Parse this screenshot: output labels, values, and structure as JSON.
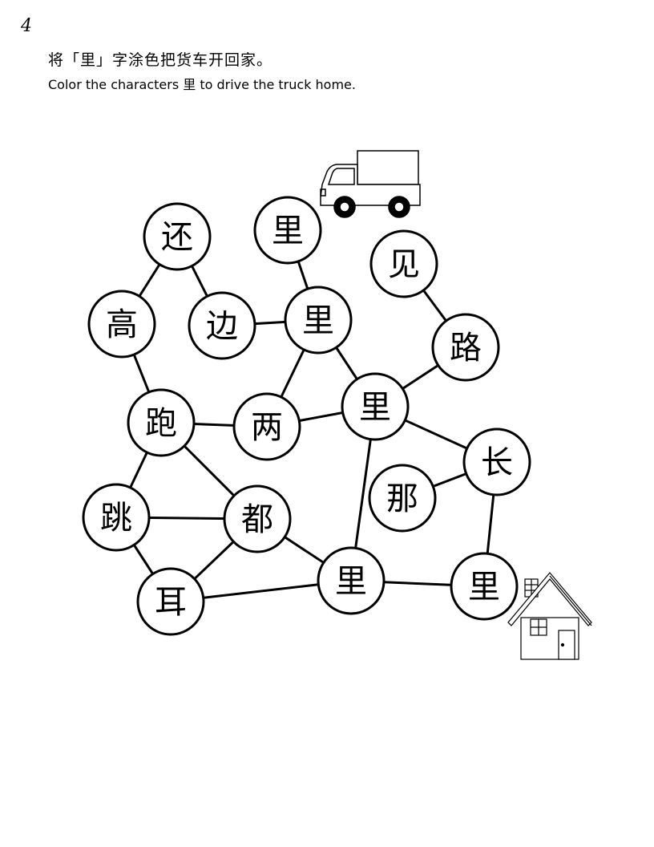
{
  "page_number": "4",
  "instruction_chinese": "将「里」字涂色把货车开回家。",
  "instruction_english": "Color the characters 里 to drive the truck home.",
  "nodes": [
    {
      "id": "n1",
      "char": "还"
    },
    {
      "id": "n2",
      "char": "里"
    },
    {
      "id": "n3",
      "char": "见"
    },
    {
      "id": "n4",
      "char": "高"
    },
    {
      "id": "n5",
      "char": "边"
    },
    {
      "id": "n6",
      "char": "里"
    },
    {
      "id": "n7",
      "char": "路"
    },
    {
      "id": "n8",
      "char": "跑"
    },
    {
      "id": "n9",
      "char": "两"
    },
    {
      "id": "n10",
      "char": "里"
    },
    {
      "id": "n11",
      "char": "长"
    },
    {
      "id": "n12",
      "char": "那"
    },
    {
      "id": "n13",
      "char": "跳"
    },
    {
      "id": "n14",
      "char": "都"
    },
    {
      "id": "n15",
      "char": "里"
    },
    {
      "id": "n16",
      "char": "里"
    },
    {
      "id": "n17",
      "char": "耳"
    }
  ],
  "edges": [
    [
      "n1",
      "n4"
    ],
    [
      "n1",
      "n5"
    ],
    [
      "n5",
      "n6"
    ],
    [
      "n2",
      "n6"
    ],
    [
      "n3",
      "n7"
    ],
    [
      "n4",
      "n8"
    ],
    [
      "n6",
      "n9"
    ],
    [
      "n6",
      "n10"
    ],
    [
      "n7",
      "n10"
    ],
    [
      "n8",
      "n9"
    ],
    [
      "n9",
      "n10"
    ],
    [
      "n10",
      "n11"
    ],
    [
      "n10",
      "n15"
    ],
    [
      "n11",
      "n12"
    ],
    [
      "n11",
      "n16"
    ],
    [
      "n8",
      "n13"
    ],
    [
      "n8",
      "n14"
    ],
    [
      "n13",
      "n14"
    ],
    [
      "n13",
      "n17"
    ],
    [
      "n14",
      "n17"
    ],
    [
      "n14",
      "n15"
    ],
    [
      "n15",
      "n17"
    ],
    [
      "n15",
      "n16"
    ]
  ],
  "icons": {
    "truck": "truck-icon",
    "house": "house-icon"
  }
}
